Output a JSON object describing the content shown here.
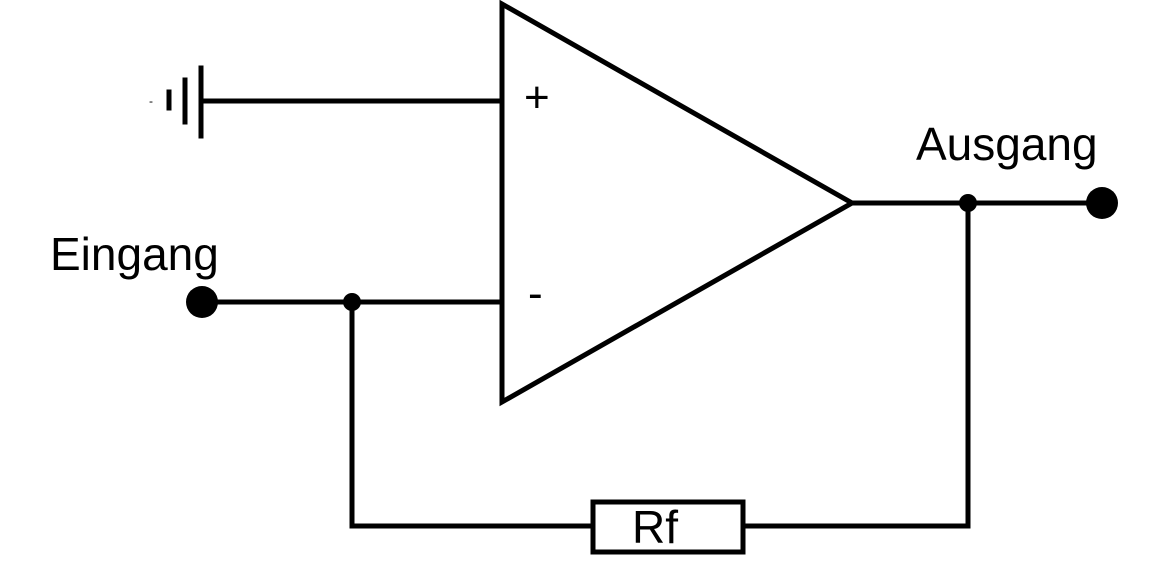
{
  "diagram": {
    "labels": {
      "input": "Eingang",
      "output": "Ausgang",
      "resistor": "Rf",
      "noninverting": "+",
      "inverting": "-",
      "ground_sign": "-"
    }
  },
  "colors": {
    "line": "#000000",
    "background": "#ffffff"
  }
}
